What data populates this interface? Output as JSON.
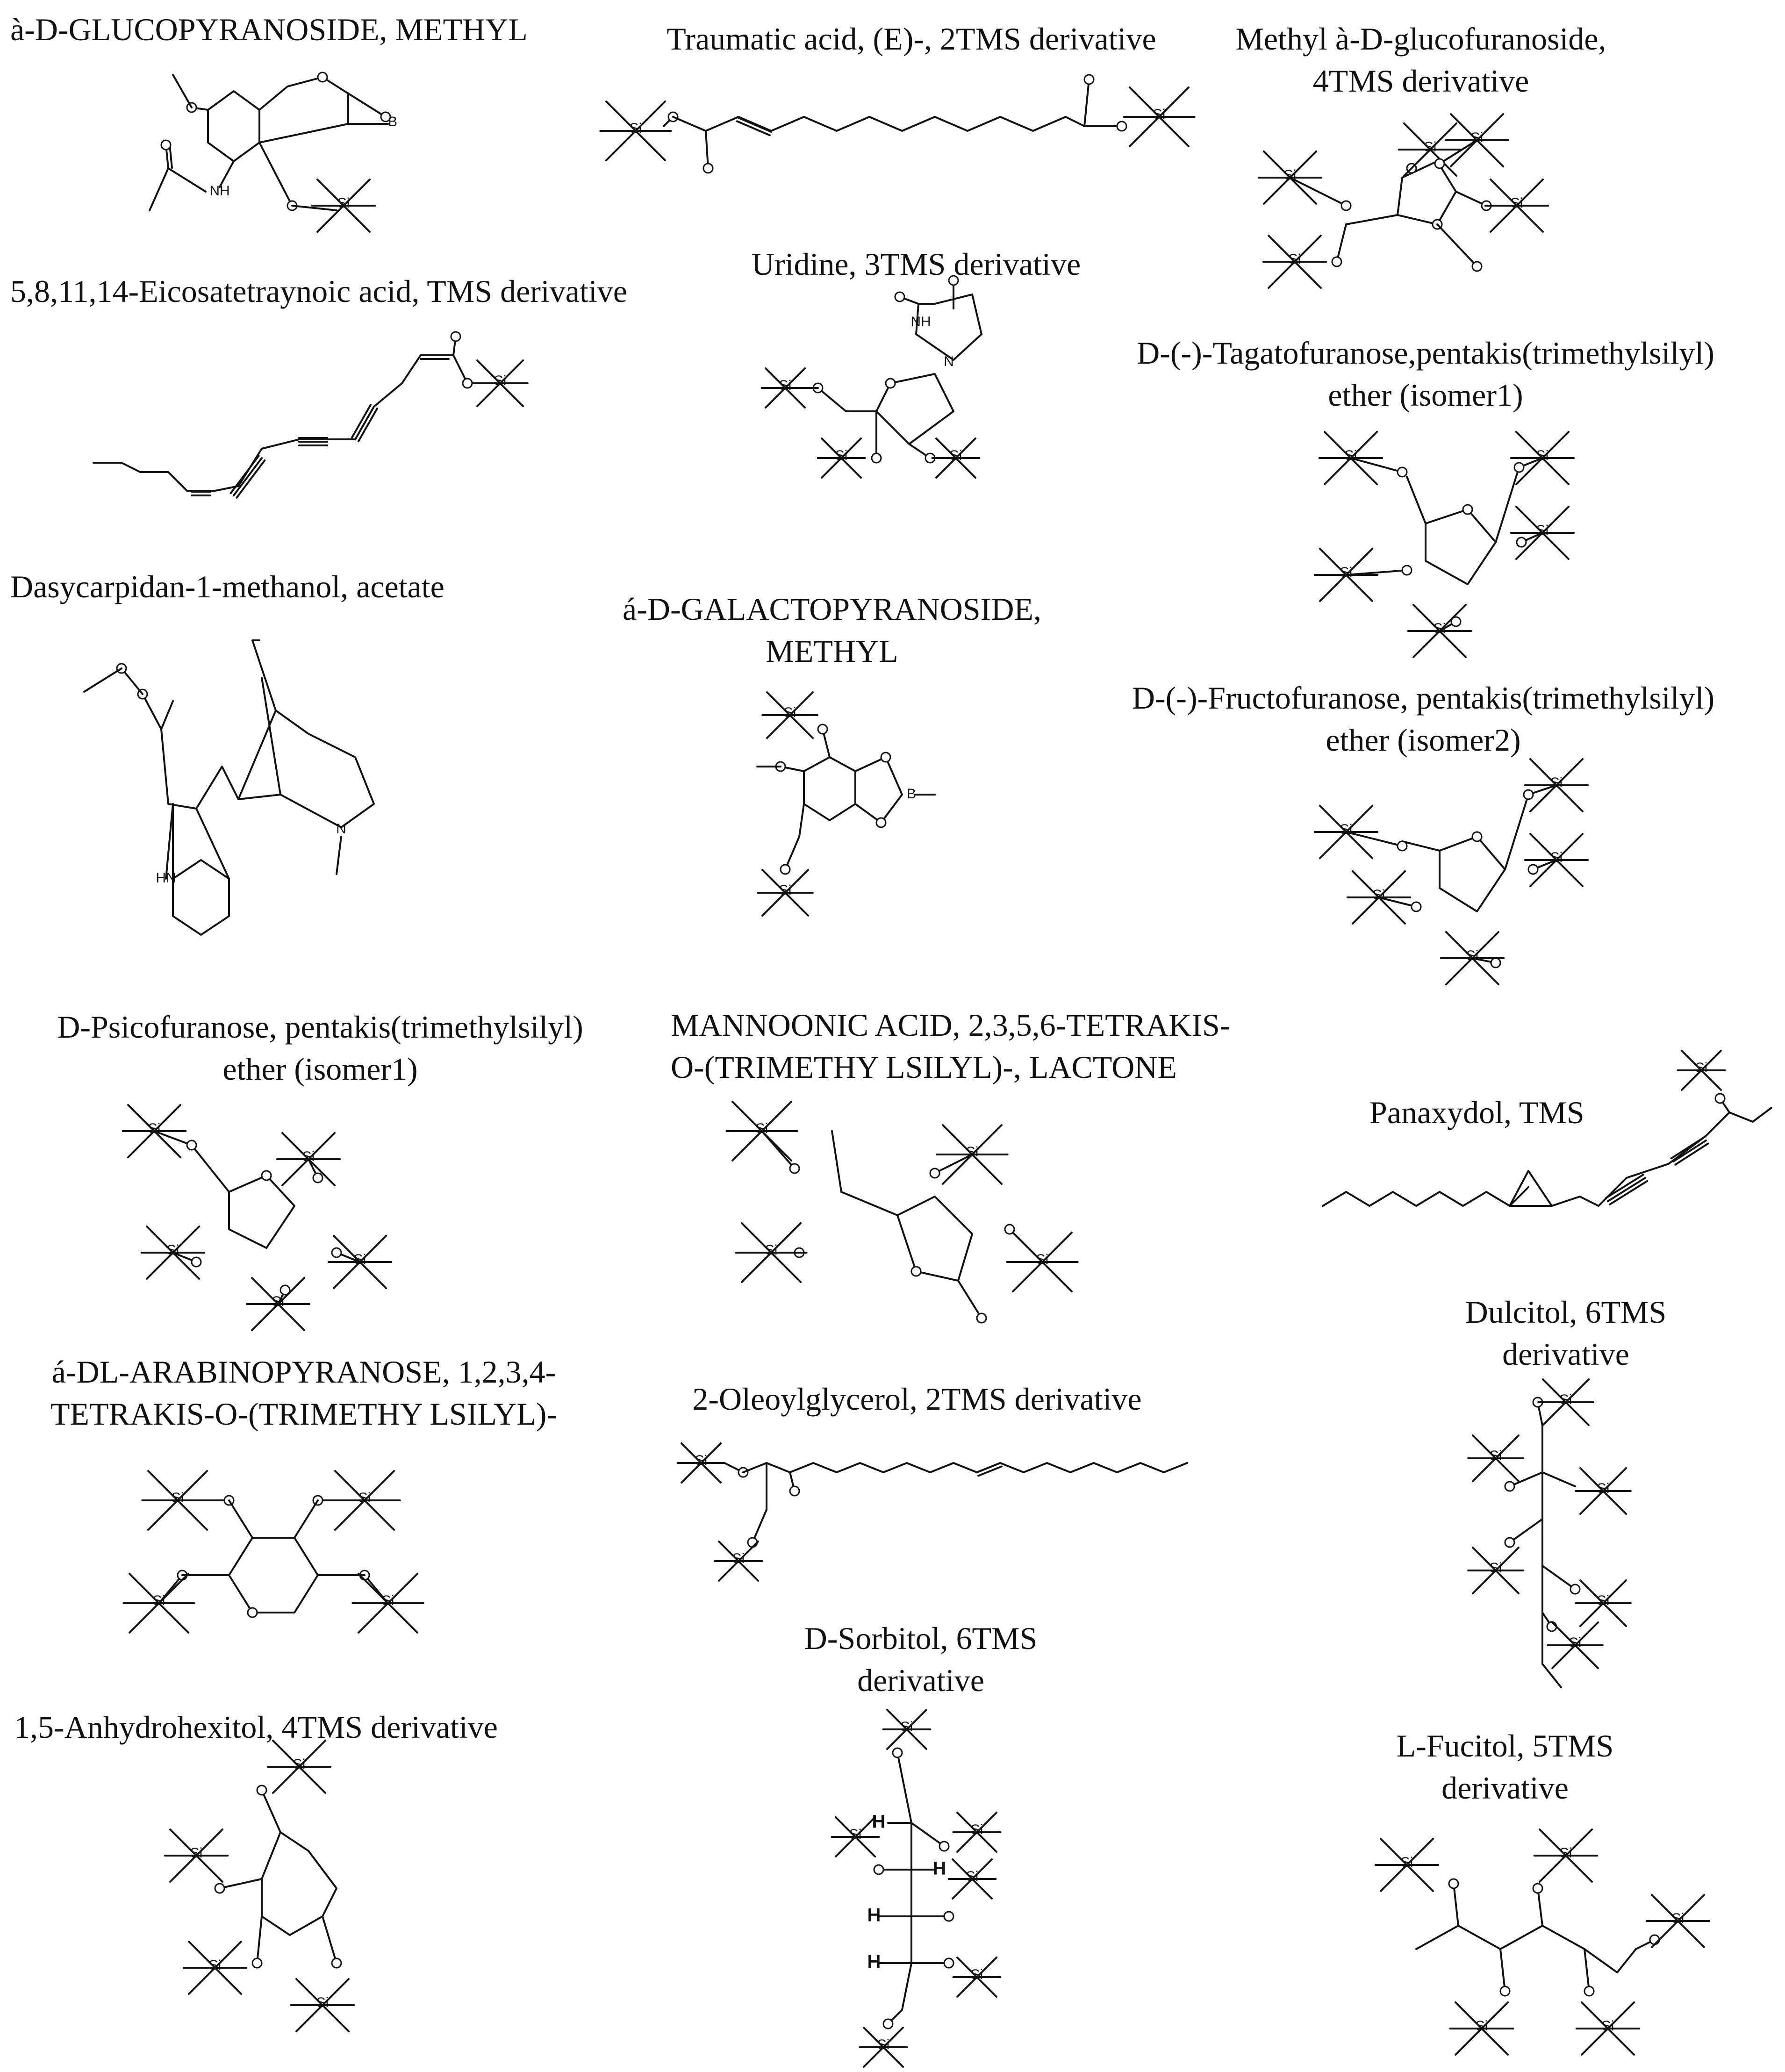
{
  "figure": {
    "compounds": [
      {
        "id": "c01",
        "lines": [
          "à-D-GLUCOPYRANOSIDE, METHYL"
        ]
      },
      {
        "id": "c02",
        "lines": [
          "Traumatic acid, (E)-, 2TMS derivative"
        ]
      },
      {
        "id": "c03",
        "lines": [
          "Methyl à-D-glucofuranoside,",
          "4TMS derivative"
        ]
      },
      {
        "id": "c04",
        "lines": [
          "5,8,11,14-Eicosatetraynoic acid, TMS derivative"
        ]
      },
      {
        "id": "c05",
        "lines": [
          "Uridine, 3TMS derivative"
        ]
      },
      {
        "id": "c06",
        "lines": [
          "D-(-)-Tagatofuranose,pentakis(trimethylsilyl)",
          "ether (isomer1)"
        ]
      },
      {
        "id": "c07",
        "lines": [
          "Dasycarpidan-1-methanol, acetate"
        ]
      },
      {
        "id": "c08",
        "lines": [
          "á-D-GALACTOPYRANOSIDE,",
          "METHYL"
        ]
      },
      {
        "id": "c09",
        "lines": [
          "D-(-)-Fructofuranose, pentakis(trimethylsilyl)",
          "ether (isomer2)"
        ]
      },
      {
        "id": "c10",
        "lines": [
          "D-Psicofuranose, pentakis(trimethylsilyl)",
          "ether (isomer1)"
        ]
      },
      {
        "id": "c11",
        "lines": [
          "MANNOONIC ACID, 2,3,5,6-TETRAKIS-",
          "O-(TRIMETHY LSILYL)-, LACTONE"
        ]
      },
      {
        "id": "c12",
        "lines": [
          "Panaxydol, TMS"
        ]
      },
      {
        "id": "c13",
        "lines": [
          "Dulcitol, 6TMS",
          "derivative"
        ]
      },
      {
        "id": "c14",
        "lines": [
          "á-DL-ARABINOPYRANOSE, 1,2,3,4-",
          "TETRAKIS-O-(TRIMETHY LSILYL)-"
        ]
      },
      {
        "id": "c15",
        "lines": [
          "2-Oleoylglycerol, 2TMS derivative"
        ]
      },
      {
        "id": "c16",
        "lines": [
          "D-Sorbitol, 6TMS",
          "derivative"
        ]
      },
      {
        "id": "c17",
        "lines": [
          "1,5-Anhydrohexitol, 4TMS derivative"
        ]
      },
      {
        "id": "c18",
        "lines": [
          "L-Fucitol, 5TMS",
          "derivative"
        ]
      }
    ],
    "atom_labels": {
      "silicon": "Si",
      "nitrogen": "N",
      "amine": "NH",
      "indole_nh": "HN",
      "boron": "B",
      "hydrogen": "H"
    }
  }
}
